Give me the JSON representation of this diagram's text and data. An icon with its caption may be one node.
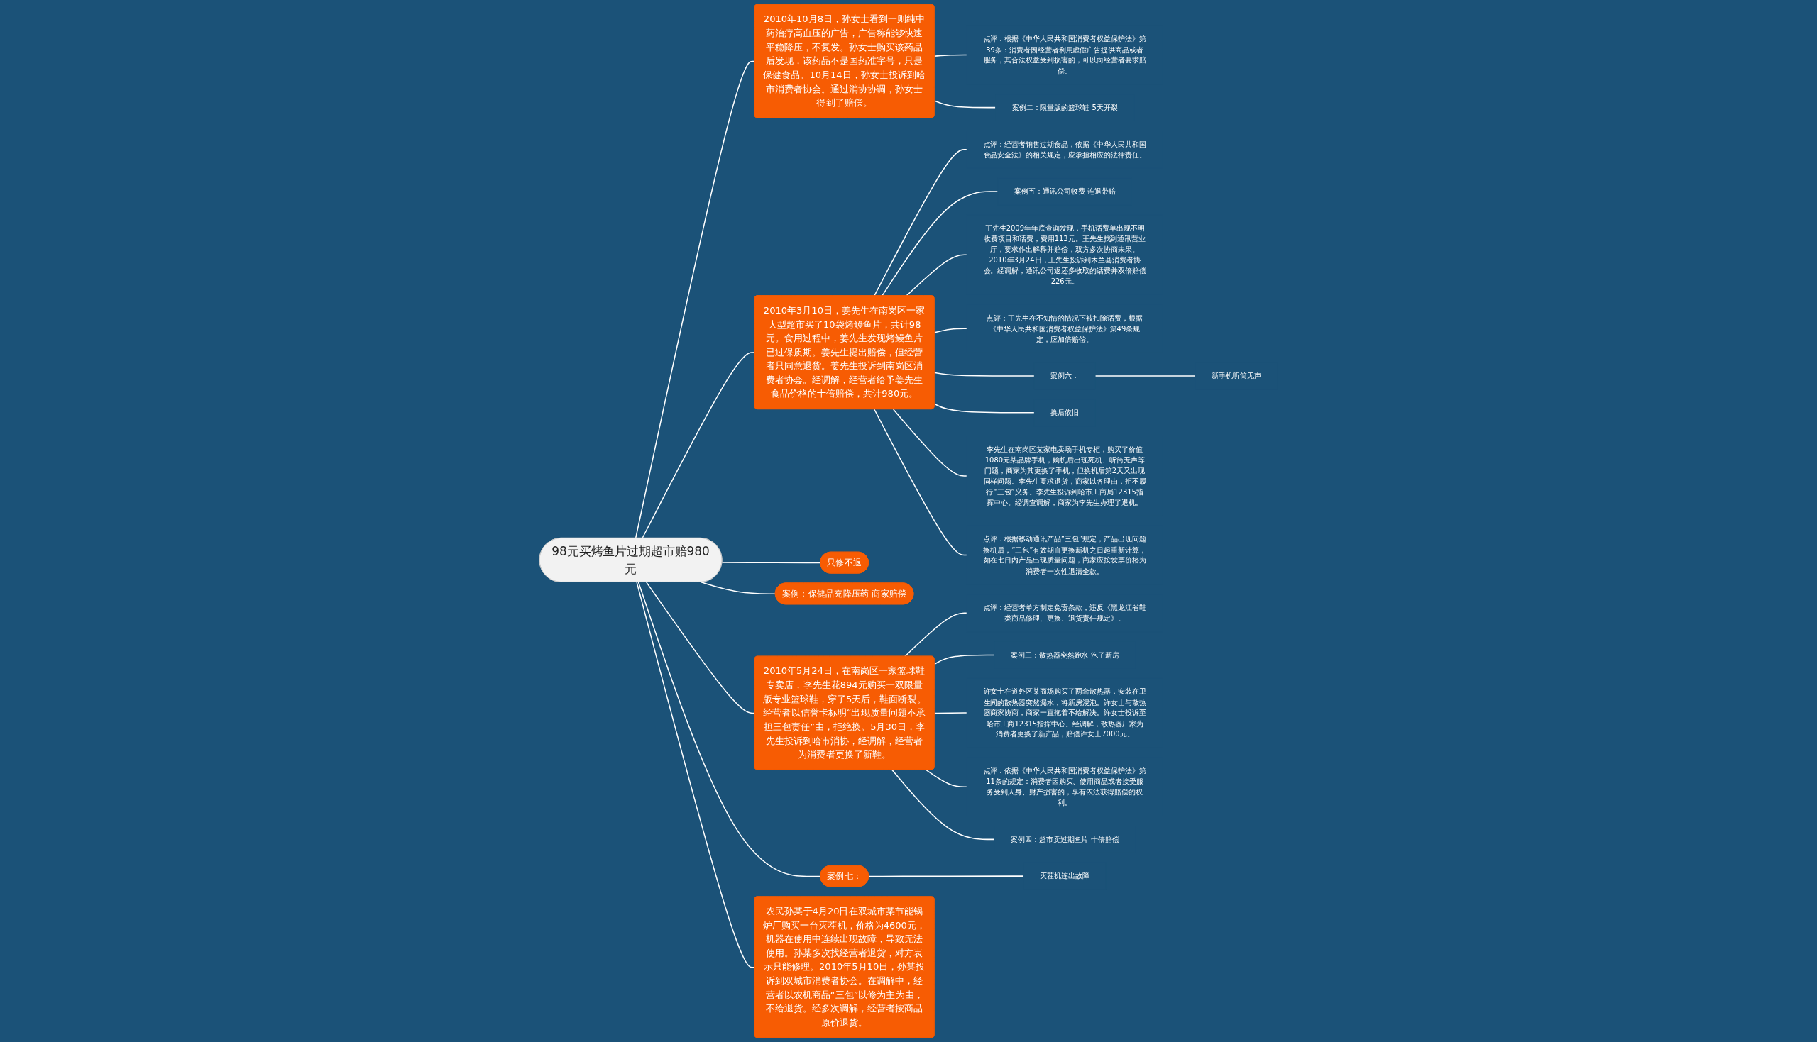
{
  "diagram": {
    "nodes": [
      {
        "text": [
          "98元买烤鱼片过期超市赔980元"
        ]
      },
      {
        "text": [
          "2010年10月8日，孙女士看到一则纯中药治疗高血压的广告，广告称能够快速平稳降压，不复发。孙女士购买该药品后发现，该药品不是国药准字号，只是保健食品。10月14日，孙女士投诉到哈市消费者协会。通过消协协调，孙女士得到了赔偿。"
        ]
      },
      {
        "text": [
          "点评：根据《中华人民共和国消费者权益保护法》第39条：消费者因经营者利用虚假广告提供商品或者服务，其合法权益受到损害的，可以向经营者要求赔偿。"
        ]
      },
      {
        "text": [
          "案例二：限量版的篮球鞋 5天开裂"
        ]
      },
      {
        "text": [
          "2010年3月10日，姜先生在南岗区一家大型超市买了10袋烤鳗鱼片，共计98元。食用过程中，姜先生发现烤鳗鱼片已过保质期。姜先生提出赔偿，但经营者只同意退货。姜先生投诉到南岗区消费者协会。经调解，经营者给予姜先生食品价格的十倍赔偿，共计980元。"
        ]
      },
      {
        "text": [
          "点评：经营者销售过期食品，依据《中华人民共和国食品安全法》的相关规定，应承担相应的法律责任。"
        ]
      },
      {
        "text": [
          "案例五：通讯公司收费 连退带赔"
        ]
      },
      {
        "text": [
          "王先生2009年年底查询发现，手机话费单出现不明收费项目和话费，费用113元。王先生找到通讯营业厅，要求作出解释并赔偿，双方多次协商未果。2010年3月24日，王先生投诉到木兰县消费者协会。经调解，通讯公司返还多收取的话费并双倍赔偿226元。"
        ]
      },
      {
        "text": [
          "点评：王先生在不知情的情况下被扣除话费，根据《中华人民共和国消费者权益保护法》第49条规定，应加倍赔偿。"
        ]
      },
      {
        "text": [
          "案例六："
        ]
      },
      {
        "text": [
          "新手机听筒无声"
        ]
      },
      {
        "text": [
          "换后依旧"
        ]
      },
      {
        "text": [
          "李先生在南岗区某家电卖场手机专柜，购买了价值1080元某品牌手机，购机后出现死机、听筒无声等问题，商家为其更换了手机，但换机后第2天又出现同样问题。李先生要求退货，商家以各理由，拒不履行“三包”义务。李先生投诉到哈市工商局12315指挥中心。经调查调解，商家为李先生办理了退机。"
        ]
      },
      {
        "text": [
          "点评：根据移动通讯产品“三包”规定，产品出现问题换机后，“三包”有效期自更换新机之日起重新计算，如在七日内产品出现质量问题，商家应按发票价格为消费者一次性退清全款。"
        ]
      },
      {
        "text": [
          "只修不退"
        ]
      },
      {
        "text": [
          "案例：保健品充降压药 商家赔偿"
        ]
      },
      {
        "text": [
          "2010年5月24日，在南岗区一家篮球鞋专卖店，李先生花894元购买一双限量版专业篮球鞋，穿了5天后，鞋面断裂。经营者以信誉卡标明“出现质量问题不承担三包责任”由，拒绝换。5月30日，李先生投诉到哈市消协，经调解，经营者为消费者更换了新鞋。"
        ]
      },
      {
        "text": [
          "点评：经营者单方制定免责条款，违反《黑龙江省鞋类商品修理、更换、退货责任规定》。"
        ]
      },
      {
        "text": [
          "案例三：散热器突然跑水 泡了新房"
        ]
      },
      {
        "text": [
          "许女士在道外区某商场购买了两套散热器，安装在卫生间的散热器突然漏水，将新房浸泡。许女士与散热器商家协商，商家一直拖着不给解决。许女士投诉至哈市工商12315指挥中心。经调解，散热器厂家为消费者更换了新产品，赔偿许女士7000元。"
        ]
      },
      {
        "text": [
          "点评：依据《中华人民共和国消费者权益保护法》第11条的规定：消费者因购买、使用商品或者接受服务受到人身、财产损害的，享有依法获得赔偿的权利。"
        ]
      },
      {
        "text": [
          "案例四：超市卖过期鱼片 十倍赔偿"
        ]
      },
      {
        "text": [
          "案例七："
        ]
      },
      {
        "text": [
          "灭茬机连出故障"
        ]
      },
      {
        "text": [
          "农民孙某于4月20日在双城市某节能锅炉厂购买一台灭茬机，价格为4600元，机器在使用中连续出现故障，导致无法使用。孙某多次找经营者退货，对方表示只能修理。2010年5月10日，孙某投诉到双城市消费者协会。在调解中，经营者以农机商品“三包”以修为主为由，不给退货。经多次调解，经营者按商品原价退货。"
        ]
      }
    ],
    "edges": [
      {
        "from": 0,
        "to": 1,
        "arrow": "none"
      },
      {
        "from": 1,
        "to": 2,
        "arrow": "none"
      },
      {
        "from": 1,
        "to": 3,
        "arrow": "none"
      },
      {
        "from": 0,
        "to": 4,
        "arrow": "none"
      },
      {
        "from": 4,
        "to": 5,
        "arrow": "none"
      },
      {
        "from": 4,
        "to": 6,
        "arrow": "none"
      },
      {
        "from": 4,
        "to": 7,
        "arrow": "none"
      },
      {
        "from": 4,
        "to": 8,
        "arrow": "none"
      },
      {
        "from": 4,
        "to": 9,
        "arrow": "none"
      },
      {
        "from": 9,
        "to": 10,
        "arrow": "none"
      },
      {
        "from": 4,
        "to": 11,
        "arrow": "none"
      },
      {
        "from": 4,
        "to": 12,
        "arrow": "none"
      },
      {
        "from": 4,
        "to": 13,
        "arrow": "none"
      },
      {
        "from": 0,
        "to": 14,
        "arrow": "none"
      },
      {
        "from": 0,
        "to": 15,
        "arrow": "none"
      },
      {
        "from": 0,
        "to": 16,
        "arrow": "none"
      },
      {
        "from": 16,
        "to": 17,
        "arrow": "none"
      },
      {
        "from": 16,
        "to": 18,
        "arrow": "none"
      },
      {
        "from": 16,
        "to": 19,
        "arrow": "none"
      },
      {
        "from": 16,
        "to": 20,
        "arrow": "none"
      },
      {
        "from": 16,
        "to": 21,
        "arrow": "none"
      },
      {
        "from": 0,
        "to": 22,
        "arrow": "none"
      },
      {
        "from": 22,
        "to": 23,
        "arrow": "none"
      },
      {
        "from": 0,
        "to": 24,
        "arrow": "none"
      }
    ]
  }
}
